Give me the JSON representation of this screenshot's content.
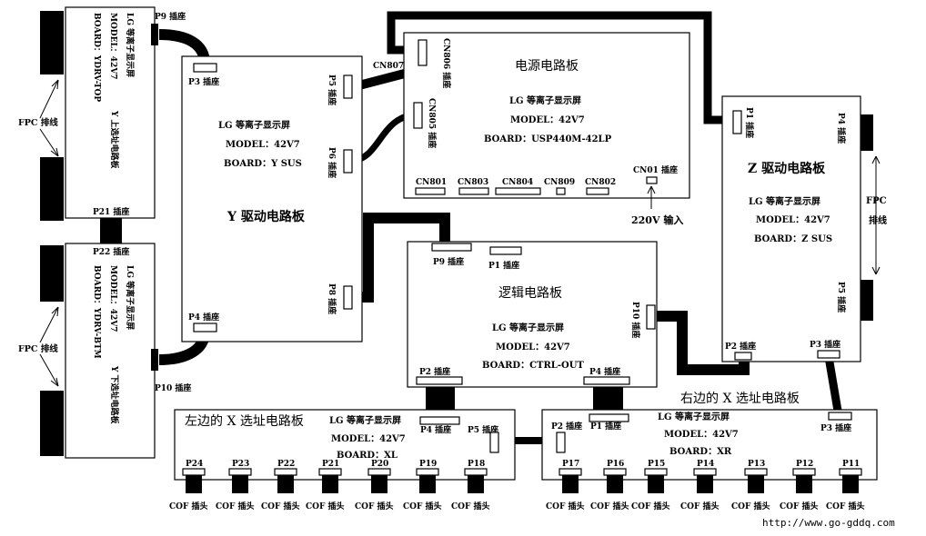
{
  "boards": {
    "power": {
      "title": "电源电路板",
      "line1": "LG 等离子显示屏",
      "line2": "MODEL：42V7",
      "line3": "BOARD：USP440M-42LP",
      "connectors": {
        "cn806": "CN806 插座",
        "cn807": "CN807",
        "cn805": "CN805 插座",
        "cn801": "CN801",
        "cn803": "CN803",
        "cn804": "CN804",
        "cn809": "CN809",
        "cn802": "CN802",
        "cn01": "CN01 插座"
      },
      "input": "220V 输入"
    },
    "ysus": {
      "title": "Y 驱动电路板",
      "line1": "LG 等离子显示屏",
      "line2": "MODEL：42V7",
      "line3": "BOARD：Y SUS",
      "p3": "P3 插座",
      "p5": "P5 插座",
      "p6": "P6 插座",
      "p8": "P8 插座",
      "p4": "P4 插座"
    },
    "zsus": {
      "title": "Z 驱动电路板",
      "line1": "LG 等离子显示屏",
      "line2": "MODEL：42V7",
      "line3": "BOARD：Z SUS",
      "p1": "P1 插座",
      "p4": "P4 插座",
      "p5": "P5 插座",
      "p2": "P2 插座",
      "p3": "P3 插座",
      "fpc": "FPC",
      "fpc2": "排线"
    },
    "logic": {
      "title": "逻辑电路板",
      "line1": "LG 等离子显示屏",
      "line2": "MODEL：42V7",
      "line3": "BOARD：CTRL-OUT",
      "p9": "P9 插座",
      "p1": "P1 插座",
      "p10": "P10 插座",
      "p2": "P2 插座",
      "p4": "P4 插座"
    },
    "ytop": {
      "line1": "LG 等离子显示屏",
      "line2": "MODEL：42V7",
      "line3": "BOARD：YDRV-TOP",
      "name": "Y 上选址电路板",
      "p9": "P9 插座",
      "p21": "P21 插座"
    },
    "ybtm": {
      "line1": "LG 等离子显示屏",
      "line2": "MODEL：42V7",
      "line3": "BOARD：YDRV-BTM",
      "name": "Y 下选址电路板",
      "p22": "P22 插座",
      "p10": "P10 插座"
    },
    "xl": {
      "title": "左边的 X 选址电路板",
      "line1": "LG 等离子显示屏",
      "line2": "MODEL：42V7",
      "line3": "BOARD：XL",
      "p4": "P4 插座",
      "p5": "P5 插座",
      "pins": [
        "P24",
        "P23",
        "P22",
        "P21",
        "P20",
        "P19",
        "P18"
      ]
    },
    "xr": {
      "title": "右边的 X 选址电路板",
      "line1": "LG 等离子显示屏",
      "line2": "MODEL：42V7",
      "line3": "BOARD：XR",
      "p2": "P2 插座",
      "p1": "P1 插座",
      "p3": "P3 插座",
      "pins": [
        "P17",
        "P16",
        "P15",
        "P14",
        "P13",
        "P12",
        "P11"
      ]
    }
  },
  "fpc_left": "FPC 排线",
  "cof": "COF 插头",
  "url": "http://www.go-gddq.com"
}
